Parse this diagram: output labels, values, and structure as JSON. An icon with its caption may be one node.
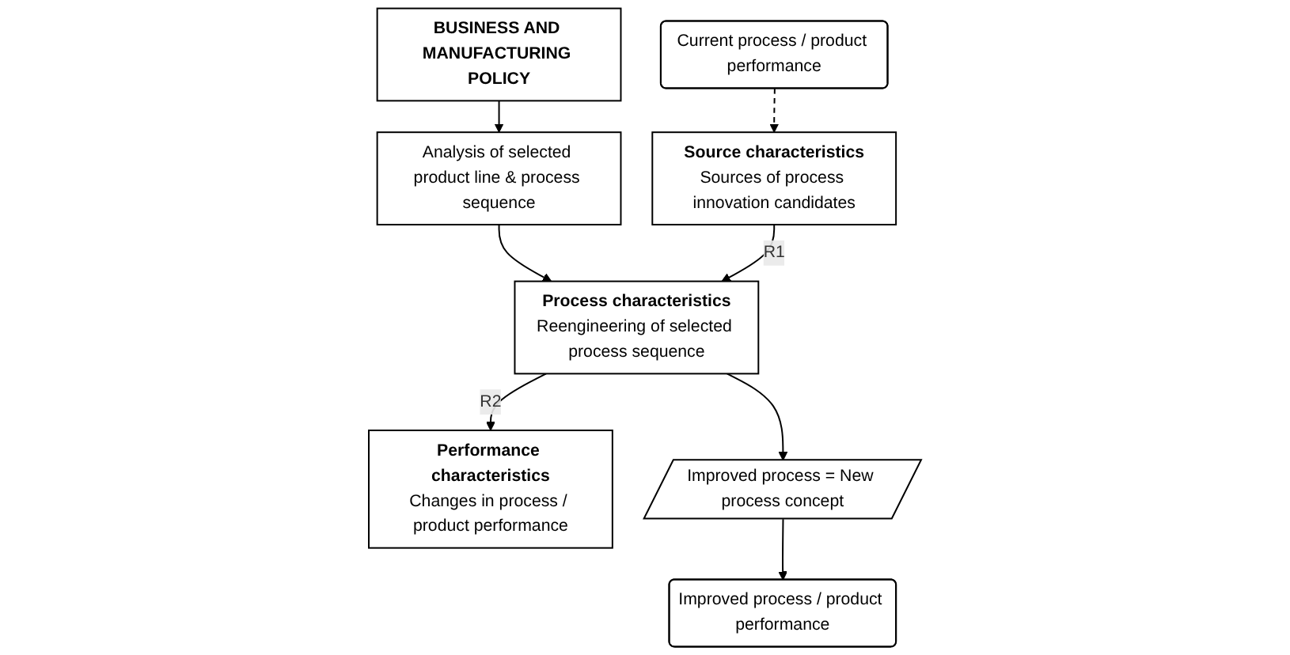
{
  "diagram": {
    "nodes": [
      {
        "text": [
          "BUSINESS AND MANUFACTURING POLICY"
        ]
      },
      {
        "text": [
          "Analysis of selected product line & process sequence"
        ]
      },
      {
        "text": [
          "Current process / product performance"
        ]
      },
      {
        "text": [
          "Source characteristics",
          "Sources of process innovation candidates"
        ]
      },
      {
        "text": [
          "Process characteristics",
          "Reengineering of selected process sequence"
        ]
      },
      {
        "text": [
          "Performance characteristics",
          "Changes in process / product performance"
        ]
      },
      {
        "text": [
          "Improved process = New process concept"
        ]
      },
      {
        "text": [
          "Improved process / product performance"
        ]
      }
    ],
    "edges": [
      {
        "from": 0,
        "to": 1,
        "arrow": "to"
      },
      {
        "from": 1,
        "to": 4,
        "arrow": "to"
      },
      {
        "from": 2,
        "to": 3,
        "arrow": "to",
        "style": "dashed"
      },
      {
        "from": 3,
        "to": 4,
        "arrow": "to",
        "label": "R1"
      },
      {
        "from": 4,
        "to": 5,
        "arrow": "to",
        "label": "R2"
      },
      {
        "from": 4,
        "to": 6,
        "arrow": "to"
      },
      {
        "from": 6,
        "to": 7,
        "arrow": "to"
      }
    ]
  }
}
